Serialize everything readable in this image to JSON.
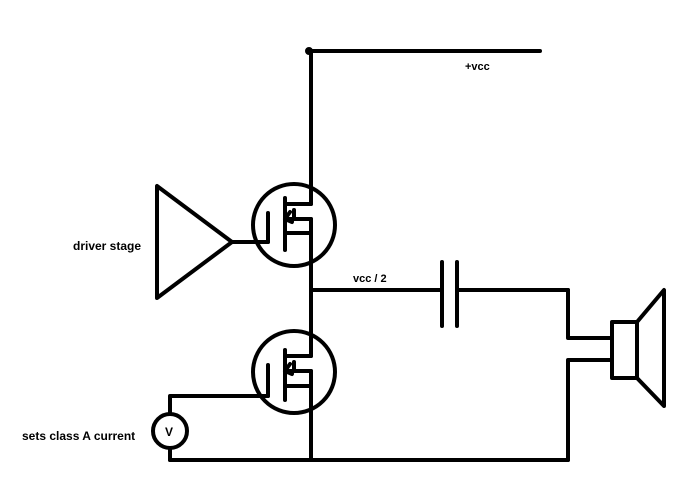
{
  "labels": {
    "vcc_rail": "+vcc",
    "midpoint": "vcc / 2",
    "driver": "driver stage",
    "bias": "sets class A current",
    "voltage_source_symbol": "V"
  },
  "colors": {
    "wire": "#000000",
    "background": "#ffffff"
  }
}
